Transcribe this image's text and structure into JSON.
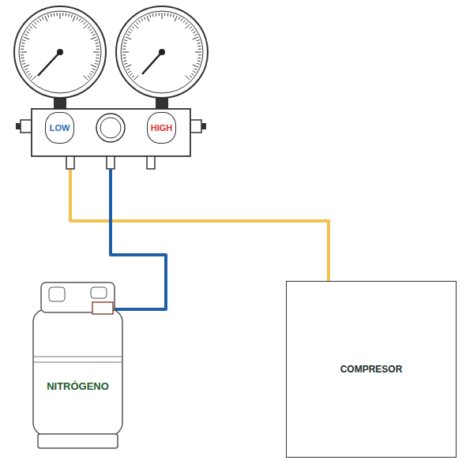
{
  "diagram": {
    "nodes": [
      {
        "text": [
          "LOW"
        ]
      },
      {
        "text": [
          "HIGH"
        ]
      },
      {
        "text": [
          "NITRÓGENO"
        ]
      },
      {
        "text": [
          "COMPRESOR"
        ]
      }
    ],
    "edges": [
      {
        "from": 0,
        "to": 3,
        "arrow": "none"
      }
    ]
  }
}
